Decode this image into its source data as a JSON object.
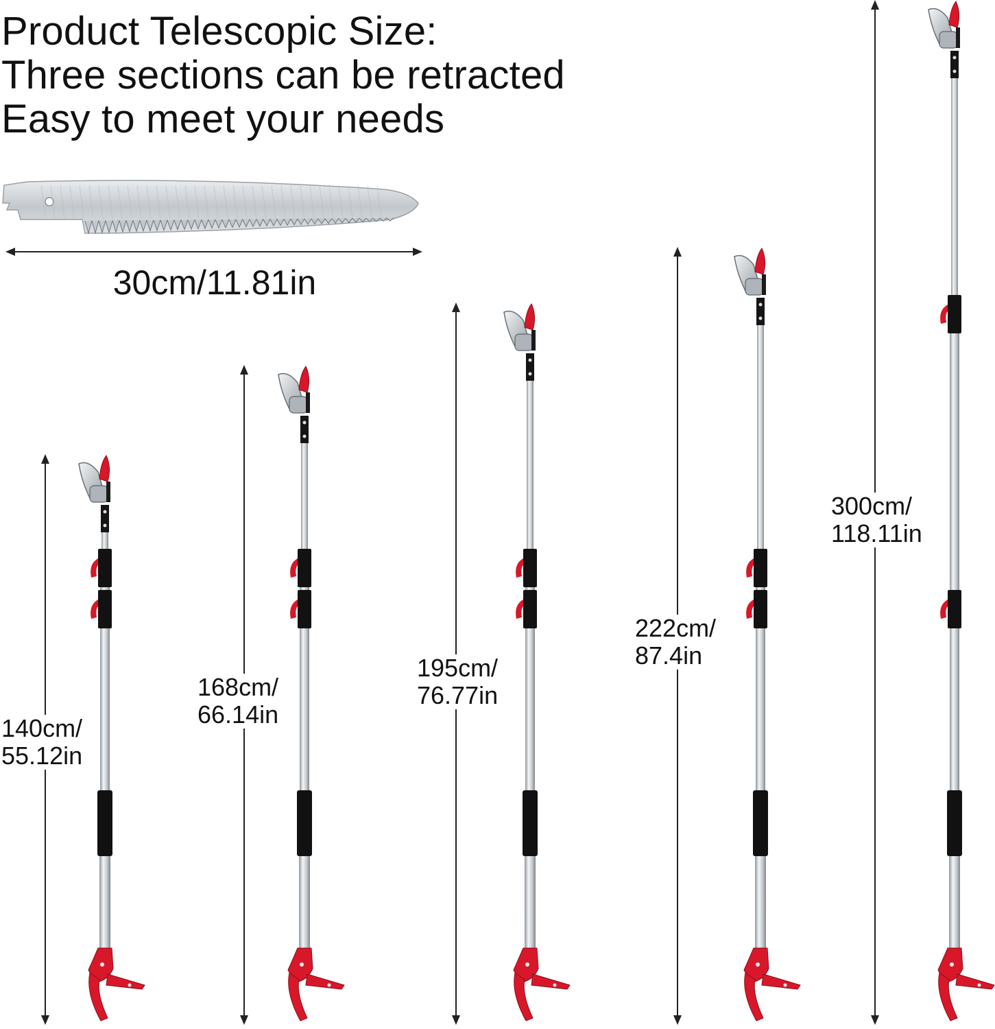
{
  "headline": {
    "line1": "Product Telescopic Size:",
    "line2": "Three sections can be retracted",
    "line3": "Easy to meet your needs"
  },
  "saw": {
    "length_label": "30cm/11.81in",
    "blade_length_cm": 30
  },
  "poles": [
    {
      "cm_label": "140cm/",
      "in_label": "55.12in",
      "length_cm": 140
    },
    {
      "cm_label": "168cm/",
      "in_label": "66.14in",
      "length_cm": 168
    },
    {
      "cm_label": "195cm/",
      "in_label": "76.77in",
      "length_cm": 195
    },
    {
      "cm_label": "222cm/",
      "in_label": "87.4in",
      "length_cm": 222
    },
    {
      "cm_label": "300cm/",
      "in_label": "118.11in",
      "length_cm": 300
    }
  ],
  "colors": {
    "handle_red": "#d8182a",
    "grip_black": "#111111",
    "pole_silver": "#d9dde0",
    "blade_silver": "#c9ced3",
    "arrow": "#222222"
  }
}
